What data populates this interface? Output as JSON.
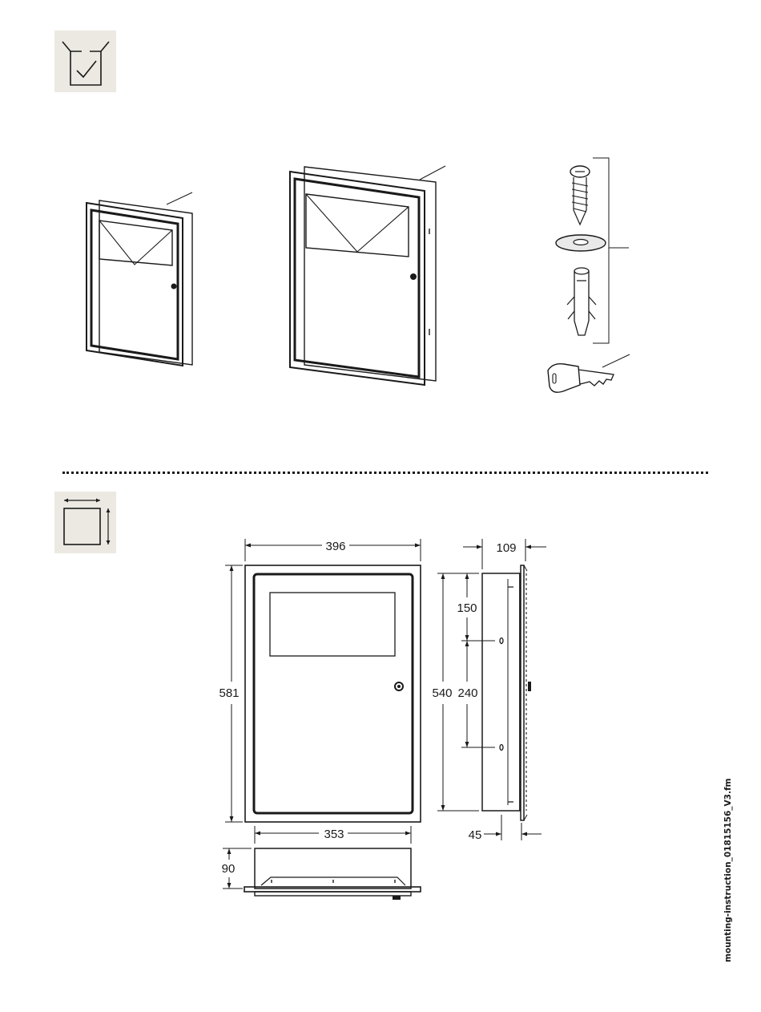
{
  "icons": {
    "scope_of_delivery": "box-check-icon",
    "dimensions": "dimensions-icon"
  },
  "dimensions": {
    "width_front": "396",
    "height_front": "581",
    "inner_width": "353",
    "depth_top": "109",
    "recess_height": "540",
    "hole_offset_top": "150",
    "hole_spacing": "240",
    "side_offset": "45",
    "bottom_depth": "90"
  },
  "footer": {
    "filename": "mounting-instruction_01815156_V3.fm"
  },
  "colors": {
    "line": "#1a1a1a",
    "icon_background": "#ebe9e2"
  }
}
